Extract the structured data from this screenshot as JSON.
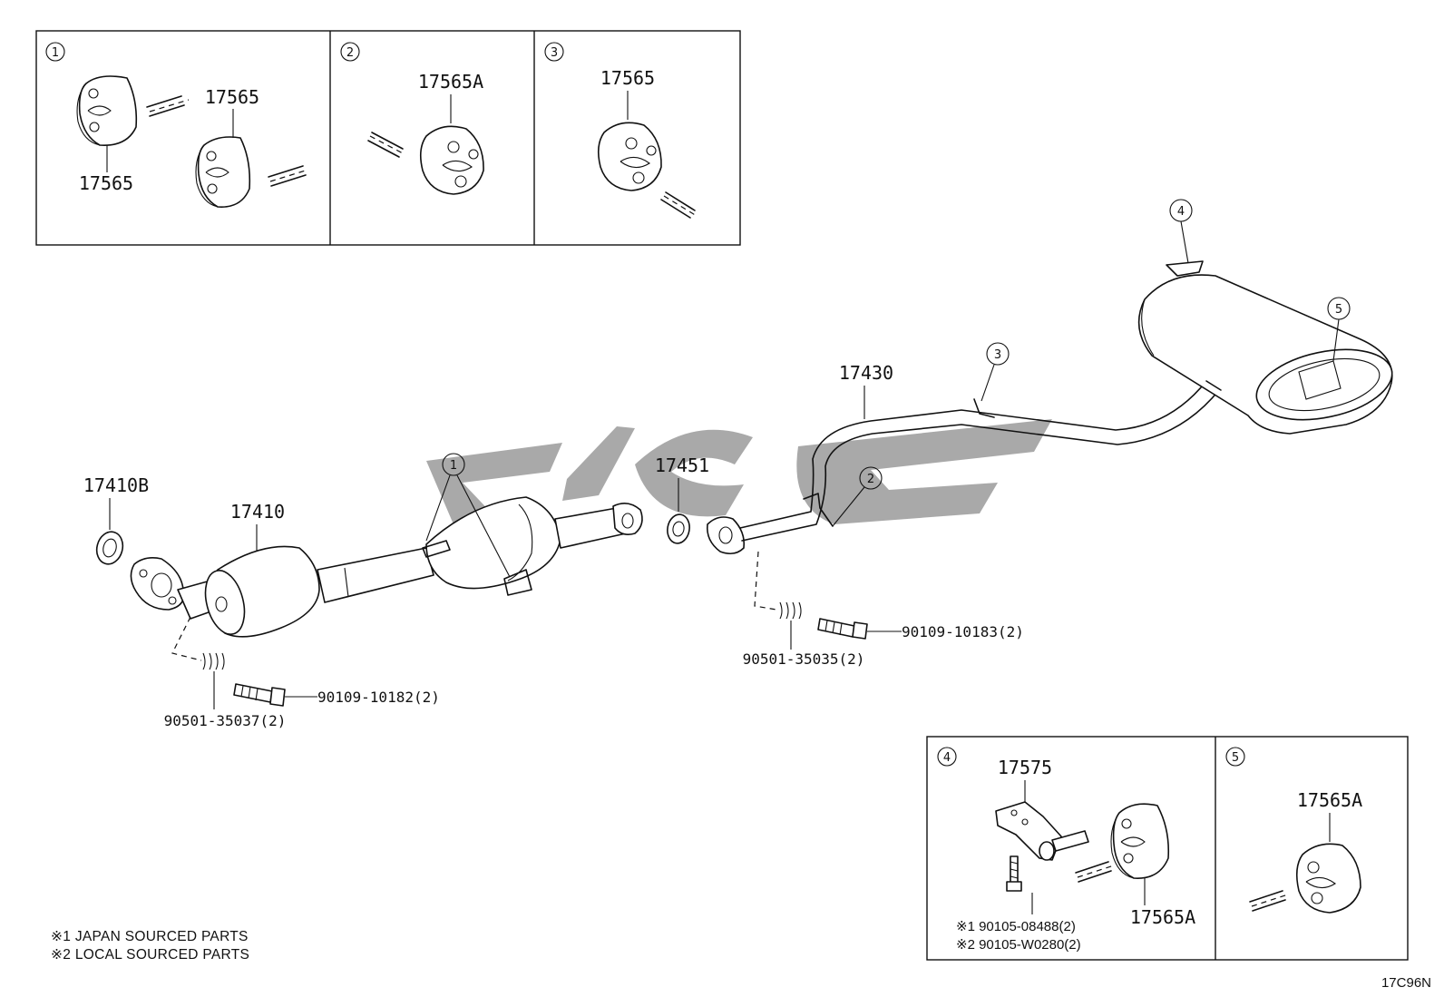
{
  "panels": {
    "p1": {
      "num": "1",
      "top_label": "17565",
      "bottom_label": "17565"
    },
    "p2": {
      "num": "2",
      "label": "17565A"
    },
    "p3": {
      "num": "3",
      "label": "17565"
    },
    "p4": {
      "num": "4",
      "bracket_label": "17575",
      "hanger_label": "17565A",
      "bolt_note_1": "※1  90105-08488(2)",
      "bolt_note_2": "※2  90105-W0280(2)"
    },
    "p5": {
      "num": "5",
      "label": "17565A"
    }
  },
  "parts": {
    "gasket_front": "17410B",
    "front_pipe": "17410",
    "gasket_mid": "17451",
    "tail_pipe": "17430",
    "spring_front": "90501-35037(2)",
    "bolt_front": "90109-10182(2)",
    "spring_rear": "90501-35035(2)",
    "bolt_rear": "90109-10183(2)"
  },
  "callouts": {
    "c1": "1",
    "c2": "2",
    "c3": "3",
    "c4": "4",
    "c5": "5"
  },
  "notes": {
    "n1": "※1  JAPAN SOURCED PARTS",
    "n2": "※2  LOCAL SOURCED PARTS"
  },
  "diagram_code": "17C96N"
}
